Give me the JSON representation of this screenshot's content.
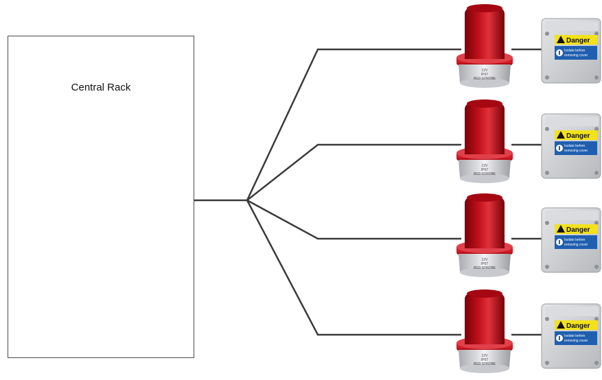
{
  "rack": {
    "label": "Central Rack"
  },
  "branches": [
    {
      "beacon_label": "12V\nIP67\nRED STROBE",
      "box": {
        "warning": "Danger",
        "notice": "Isolate before removing cover"
      }
    },
    {
      "beacon_label": "12V\nIP67\nRED STROBE",
      "box": {
        "warning": "Danger",
        "notice": "Isolate before removing cover"
      }
    },
    {
      "beacon_label": "12V\nIP67\nRED STROBE",
      "box": {
        "warning": "Danger",
        "notice": "Isolate before removing cover"
      }
    },
    {
      "beacon_label": "12V\nIP67\nRED STROBE",
      "box": {
        "warning": "Danger",
        "notice": "Isolate before removing cover"
      }
    }
  ],
  "colors": {
    "line": "#3a3a3a",
    "beacon_red": "#c0101a",
    "beacon_dark": "#7a0008",
    "base_silver": "#d8d8dc",
    "box_grey": "#cfd2d4",
    "danger_yellow": "#f3e21a",
    "notice_blue": "#1f5fb0"
  }
}
